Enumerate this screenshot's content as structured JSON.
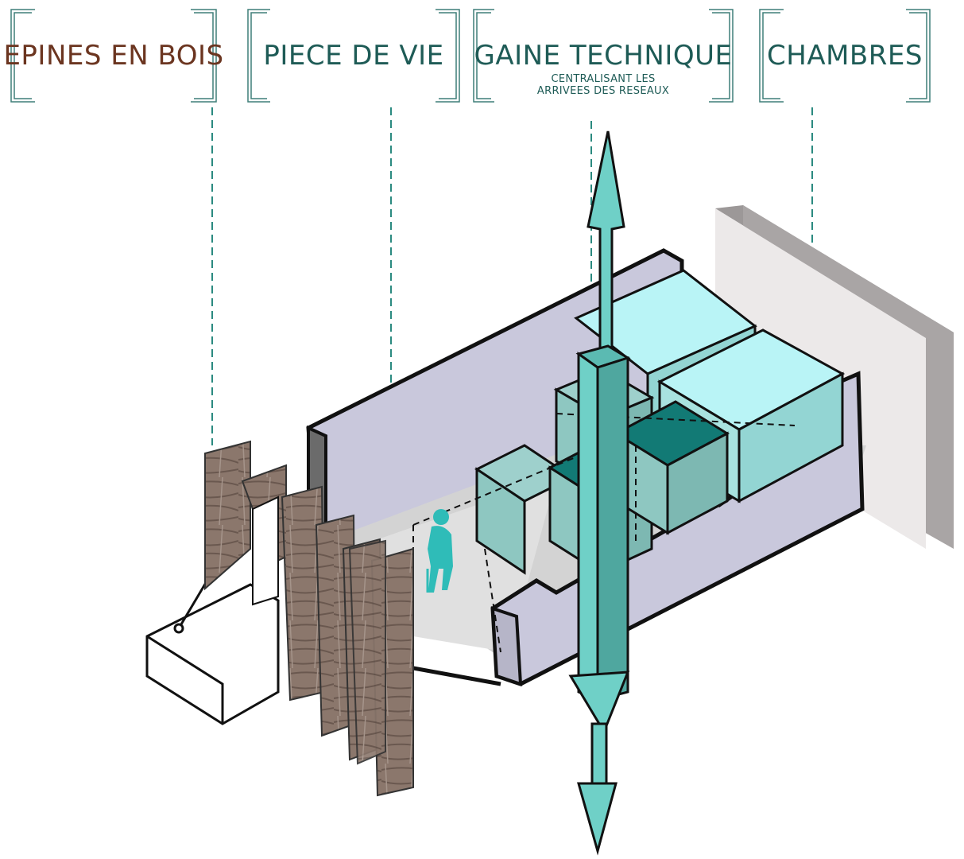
{
  "labels": {
    "epines": {
      "title": "EPINES EN BOIS",
      "color": "#6b3520"
    },
    "piece": {
      "title": "PIECE DE VIE",
      "color": "#1e5b56"
    },
    "gaine": {
      "title": "GAINE TECHNIQUE",
      "subtitle_line1": "CENTRALISANT LES",
      "subtitle_line2": "ARRIVEES DES RESEAUX",
      "color": "#1e5b56"
    },
    "chambres": {
      "title": "CHAMBRES",
      "color": "#1e5b56"
    }
  },
  "colors": {
    "bracket": "#3f7f79",
    "leader": "#2b8a80",
    "wall": "#c9c8dc",
    "floor": "#d3d3d3",
    "back_wall": "#a9a5a5",
    "back_wall_face": "#ece9e9",
    "cyan_light": "#b9f4f6",
    "teal_glass": "#8ec7c1",
    "teal_dark": "#127a75",
    "arrow": "#6fd0c7",
    "wood": "#8a7468",
    "person": "#2fbcb8"
  }
}
